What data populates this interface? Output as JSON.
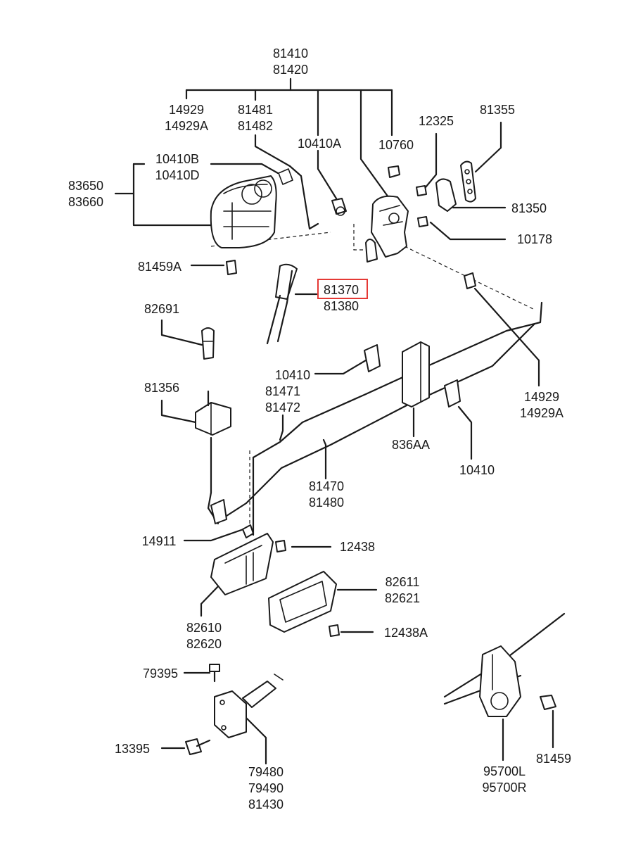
{
  "labels": [
    {
      "id": "81410",
      "lines": [
        "81410",
        "81420"
      ]
    },
    {
      "id": "14929-top",
      "lines": [
        "14929",
        "14929A"
      ]
    },
    {
      "id": "81481",
      "lines": [
        "81481",
        "81482"
      ]
    },
    {
      "id": "10410A",
      "lines": [
        "10410A"
      ]
    },
    {
      "id": "10760",
      "lines": [
        "10760"
      ]
    },
    {
      "id": "12325",
      "lines": [
        "12325"
      ]
    },
    {
      "id": "81355",
      "lines": [
        "81355"
      ]
    },
    {
      "id": "10410B",
      "lines": [
        "10410B",
        "10410D"
      ]
    },
    {
      "id": "83650",
      "lines": [
        "83650",
        "83660"
      ]
    },
    {
      "id": "81350",
      "lines": [
        "81350"
      ]
    },
    {
      "id": "10178",
      "lines": [
        "10178"
      ]
    },
    {
      "id": "81459A",
      "lines": [
        "81459A"
      ]
    },
    {
      "id": "81370",
      "lines": [
        "81370",
        "81380"
      ]
    },
    {
      "id": "82691",
      "lines": [
        "82691"
      ]
    },
    {
      "id": "10410-mid",
      "lines": [
        "10410"
      ]
    },
    {
      "id": "14929-right",
      "lines": [
        "14929",
        "14929A"
      ]
    },
    {
      "id": "81356",
      "lines": [
        "81356"
      ]
    },
    {
      "id": "81471",
      "lines": [
        "81471",
        "81472"
      ]
    },
    {
      "id": "836AA",
      "lines": [
        "836AA"
      ]
    },
    {
      "id": "10410-right",
      "lines": [
        "10410"
      ]
    },
    {
      "id": "81470",
      "lines": [
        "81470",
        "81480"
      ]
    },
    {
      "id": "14911",
      "lines": [
        "14911"
      ]
    },
    {
      "id": "12438",
      "lines": [
        "12438"
      ]
    },
    {
      "id": "82611",
      "lines": [
        "82611",
        "82621"
      ]
    },
    {
      "id": "82610",
      "lines": [
        "82610",
        "82620"
      ]
    },
    {
      "id": "12438A",
      "lines": [
        "12438A"
      ]
    },
    {
      "id": "79395",
      "lines": [
        "79395"
      ]
    },
    {
      "id": "13395",
      "lines": [
        "13395"
      ]
    },
    {
      "id": "79480",
      "lines": [
        "79480",
        "79490",
        "81430"
      ]
    },
    {
      "id": "95700L",
      "lines": [
        "95700L",
        "95700R"
      ]
    },
    {
      "id": "81459",
      "lines": [
        "81459"
      ]
    }
  ],
  "highlighted_label": "81370",
  "highlight_color": "#e53935"
}
